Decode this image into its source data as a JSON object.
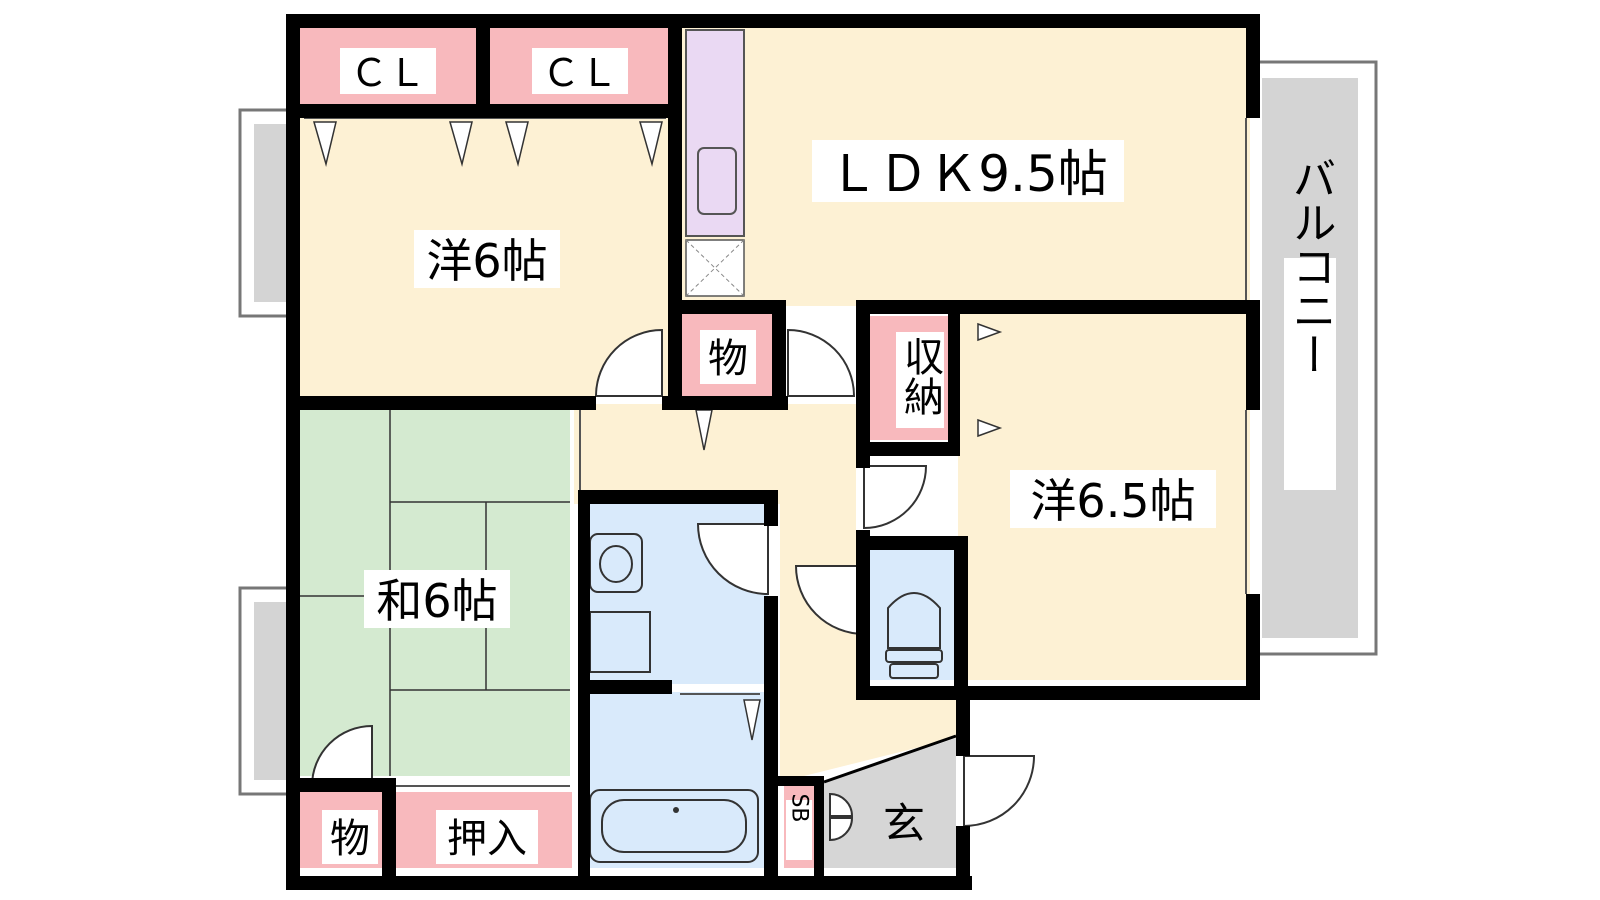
{
  "rooms": {
    "ldk": "ＬＤＫ9.5帖",
    "western1": "洋6帖",
    "western2": "洋6.5帖",
    "japanese": "和6帖",
    "closet_left": "ＣＬ",
    "closet_right": "ＣＬ",
    "storage_center": "物",
    "storage_bottom": "物",
    "shuno": "収納",
    "oshiire": "押入",
    "shoebox": "SB",
    "entrance": "玄",
    "balcony": "バルコニー"
  },
  "colors": {
    "wall": "#000000",
    "western_floor": "#fdf1d4",
    "japanese_floor": "#d4ead0",
    "storage": "#f8b9bd",
    "wet_area": "#d9eafb",
    "kitchen": "#ead9f3",
    "balcony": "#d4d4d4",
    "entrance": "#d6d6d6"
  }
}
